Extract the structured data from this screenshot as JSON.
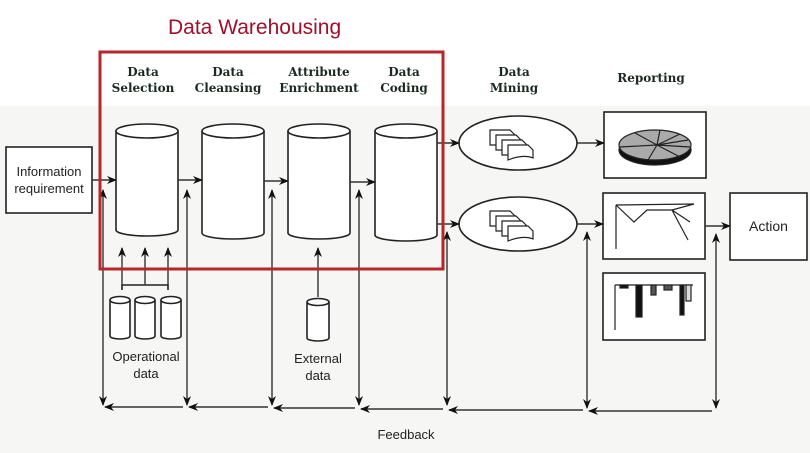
{
  "title": "Data Warehousing",
  "stages": {
    "data_selection": [
      "Data",
      "Selection"
    ],
    "data_cleansing": [
      "Data",
      "Cleansing"
    ],
    "attribute_enrichment": [
      "Attribute",
      "Enrichment"
    ],
    "data_coding": [
      "Data",
      "Coding"
    ],
    "data_mining": [
      "Data",
      "Mining"
    ],
    "reporting": "Reporting"
  },
  "nodes": {
    "information_requirement": [
      "Information",
      "requirement"
    ],
    "operational_data": [
      "Operational",
      "data"
    ],
    "external_data": [
      "External",
      "data"
    ],
    "action": "Action",
    "feedback": "Feedback"
  },
  "colors": {
    "accent": "#a0102a",
    "frame": "#b8262a",
    "stroke": "#222222"
  }
}
